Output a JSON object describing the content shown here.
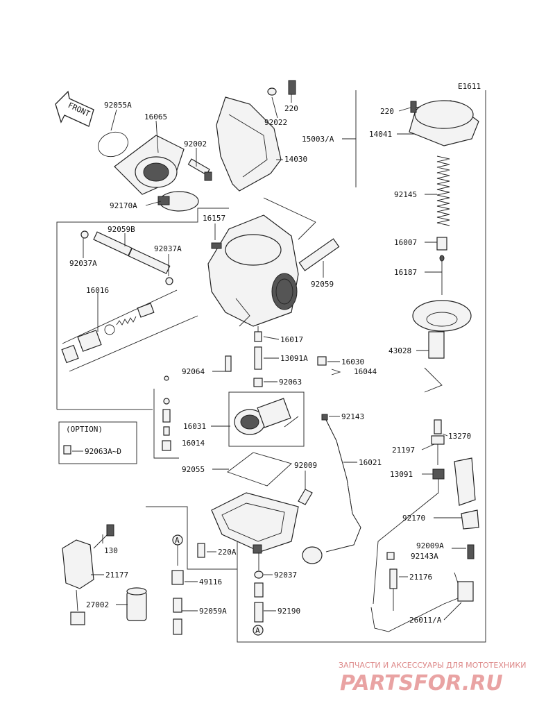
{
  "diagram": {
    "code": "E1611",
    "front_label": "FRONT",
    "option_label": "(OPTION)",
    "circle_marker": "A",
    "callouts": [
      {
        "id": "92055A",
        "text": "92055A"
      },
      {
        "id": "16065",
        "text": "16065"
      },
      {
        "id": "92002",
        "text": "92002"
      },
      {
        "id": "220-top",
        "text": "220"
      },
      {
        "id": "92022",
        "text": "92022"
      },
      {
        "id": "14030",
        "text": "14030"
      },
      {
        "id": "15003A",
        "text": "15003/A"
      },
      {
        "id": "220-right",
        "text": "220"
      },
      {
        "id": "14041",
        "text": "14041"
      },
      {
        "id": "92145",
        "text": "92145"
      },
      {
        "id": "92170A",
        "text": "92170A"
      },
      {
        "id": "16157",
        "text": "16157"
      },
      {
        "id": "92059B",
        "text": "92059B"
      },
      {
        "id": "92037A-1",
        "text": "92037A"
      },
      {
        "id": "92037A-2",
        "text": "92037A"
      },
      {
        "id": "16007",
        "text": "16007"
      },
      {
        "id": "16187",
        "text": "16187"
      },
      {
        "id": "92059",
        "text": "92059"
      },
      {
        "id": "16016",
        "text": "16016"
      },
      {
        "id": "43028",
        "text": "43028"
      },
      {
        "id": "16017",
        "text": "16017"
      },
      {
        "id": "13091A",
        "text": "13091A"
      },
      {
        "id": "16030",
        "text": "16030"
      },
      {
        "id": "16044",
        "text": "16044"
      },
      {
        "id": "92064",
        "text": "92064"
      },
      {
        "id": "92063",
        "text": "92063"
      },
      {
        "id": "92143",
        "text": "92143"
      },
      {
        "id": "16031",
        "text": "16031"
      },
      {
        "id": "16014",
        "text": "16014"
      },
      {
        "id": "92063A-D",
        "text": "92063A~D"
      },
      {
        "id": "21197",
        "text": "21197"
      },
      {
        "id": "13270",
        "text": "13270"
      },
      {
        "id": "92055",
        "text": "92055"
      },
      {
        "id": "92009",
        "text": "92009"
      },
      {
        "id": "16021",
        "text": "16021"
      },
      {
        "id": "13091",
        "text": "13091"
      },
      {
        "id": "92170",
        "text": "92170"
      },
      {
        "id": "130",
        "text": "130"
      },
      {
        "id": "220A",
        "text": "220A"
      },
      {
        "id": "92009A",
        "text": "92009A"
      },
      {
        "id": "92143A",
        "text": "92143A"
      },
      {
        "id": "21177",
        "text": "21177"
      },
      {
        "id": "49116",
        "text": "49116"
      },
      {
        "id": "92037",
        "text": "92037"
      },
      {
        "id": "21176",
        "text": "21176"
      },
      {
        "id": "27002",
        "text": "27002"
      },
      {
        "id": "92059A",
        "text": "92059A"
      },
      {
        "id": "92190",
        "text": "92190"
      },
      {
        "id": "26011A",
        "text": "26011/A"
      }
    ]
  },
  "watermark": {
    "tagline": "ЗАПЧАСТИ И АКСЕССУАРЫ ДЛЯ МОТОТЕХНИКИ",
    "logo": "PARTSFOR.RU"
  }
}
